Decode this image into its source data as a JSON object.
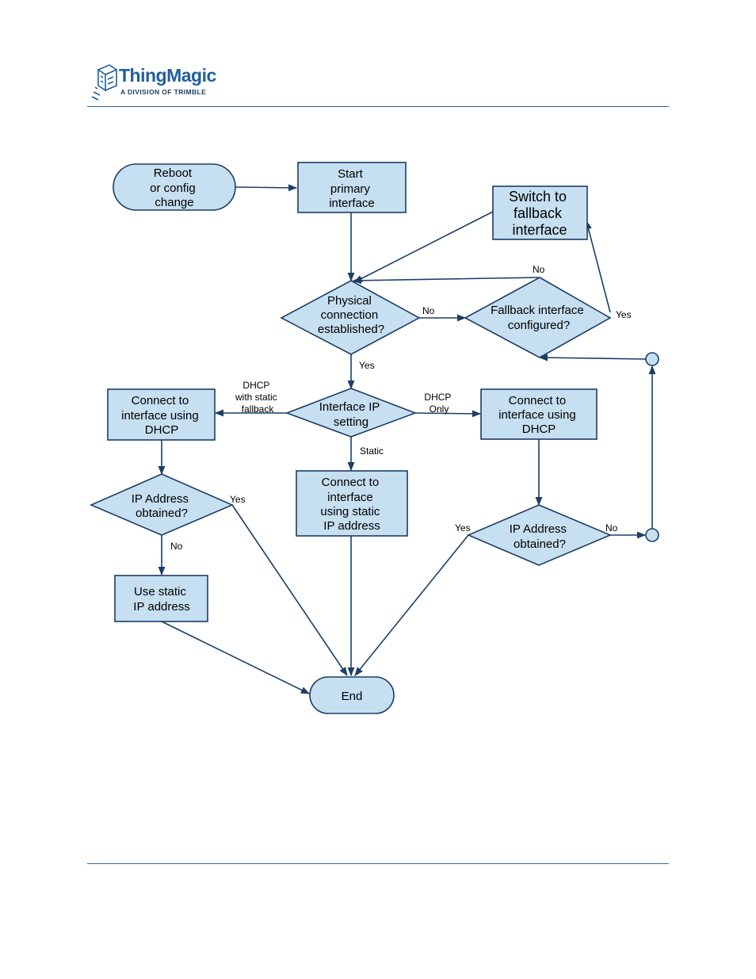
{
  "header": {
    "brand": "ThingMagic",
    "tagline": "A DIVISION OF TRIMBLE",
    "logo_icon": "thingmagic-cube-logo"
  },
  "colors": {
    "node_fill": "#c6dff1",
    "node_stroke": "#1d3e66",
    "edge": "#1d3e66",
    "rule": "#2b6a97",
    "brand": "#1f5f9c"
  },
  "nodes": {
    "reboot": [
      "Reboot",
      "or config",
      "change"
    ],
    "start_primary": [
      "Start",
      "primary",
      "interface"
    ],
    "switch_fallback": [
      "Switch to",
      "fallback",
      "interface"
    ],
    "physical_connection": [
      "Physical",
      "connection",
      "established?"
    ],
    "fallback_configured": [
      "Fallback interface",
      "configured?"
    ],
    "interface_ip_setting": [
      "Interface IP",
      "setting"
    ],
    "connect_dhcp_left": [
      "Connect to",
      "interface using",
      "DHCP"
    ],
    "connect_dhcp_right": [
      "Connect to",
      "interface using",
      "DHCP"
    ],
    "connect_static": [
      "Connect to",
      "interface",
      "using static",
      "IP address"
    ],
    "ip_obtained_left": [
      "IP Address",
      "obtained?"
    ],
    "ip_obtained_right": [
      "IP Address",
      "obtained?"
    ],
    "use_static": [
      "Use static",
      "IP address"
    ],
    "end": [
      "End"
    ]
  },
  "edge_labels": {
    "fallback_no": "No",
    "physical_no": "No",
    "fallback_yes": "Yes",
    "physical_yes": "Yes",
    "dhcp_static_fallback": [
      "DHCP",
      "with static",
      "fallback"
    ],
    "dhcp_only": [
      "DHCP",
      "Only"
    ],
    "static": "Static",
    "left_ip_yes": "Yes",
    "left_ip_no": "No",
    "right_ip_yes": "Yes",
    "right_ip_no": "No"
  }
}
